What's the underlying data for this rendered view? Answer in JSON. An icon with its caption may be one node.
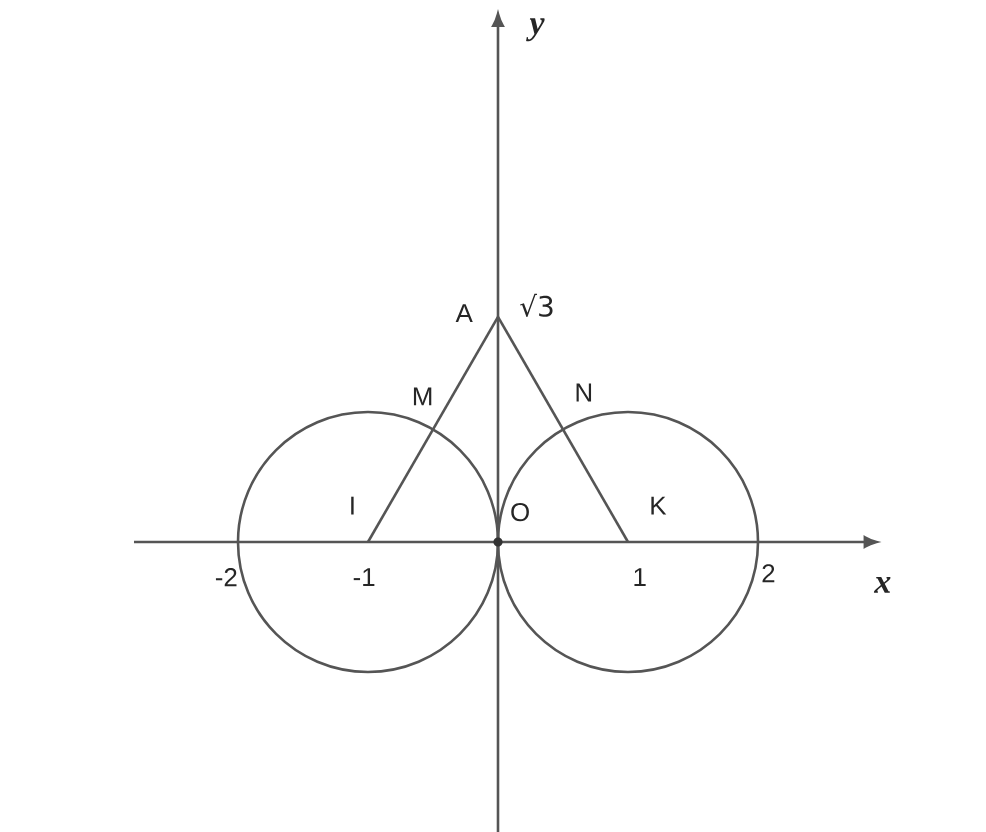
{
  "diagram": {
    "labels": [
      "y",
      "A",
      "√3",
      "M",
      "N",
      "I",
      "O",
      "K",
      "-2",
      "-1",
      "1",
      "2",
      "x"
    ]
  }
}
